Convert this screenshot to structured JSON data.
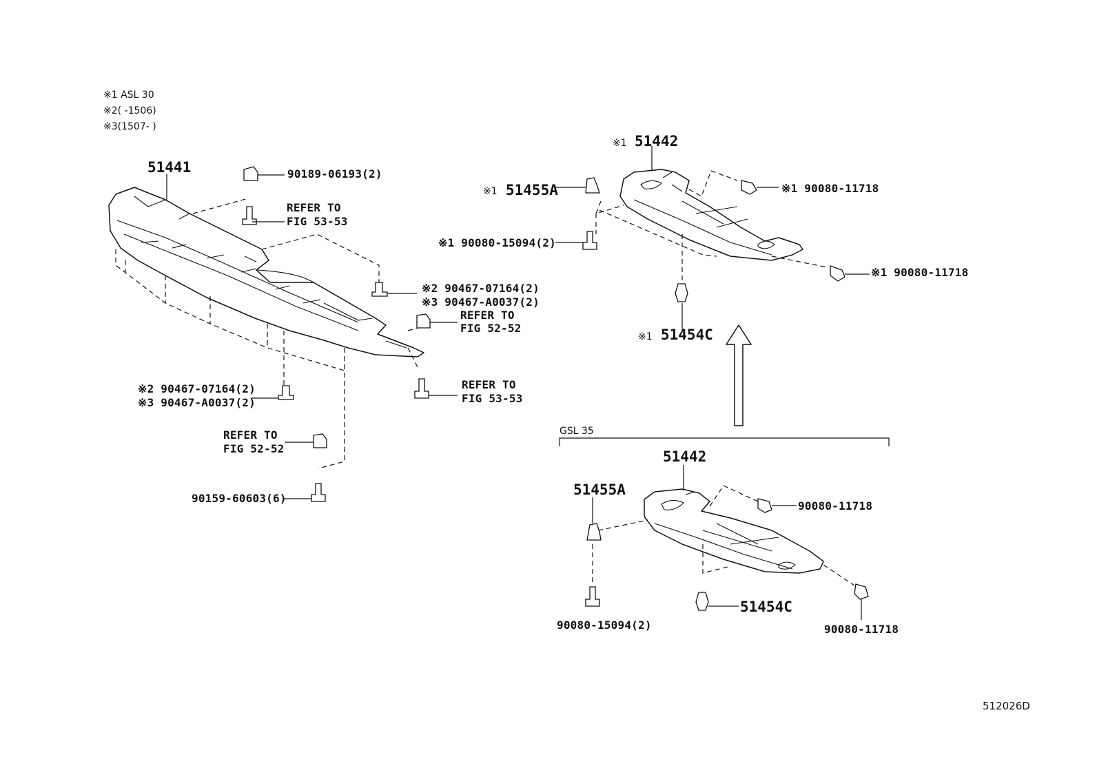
{
  "notes": {
    "n1": "※1  ASL 30",
    "n2": "※2(      -1506)",
    "n3": "※3(1507-      )"
  },
  "left_assembly": {
    "main_part": "51441",
    "clip_top": "90189-06193(2)",
    "refer_top_1": "REFER TO",
    "refer_top_2": "FIG 53-53",
    "clip_right_1": "※2 90467-07164(2)",
    "clip_right_2": "※3 90467-A0037(2)",
    "refer_right_1": "REFER TO",
    "refer_right_2": "FIG 52-52",
    "refer_right_lower_1": "REFER TO",
    "refer_right_lower_2": "FIG 53-53",
    "clip_left_1": "※2 90467-07164(2)",
    "clip_left_2": "※3 90467-A0037(2)",
    "refer_bottom_1": "REFER TO",
    "refer_bottom_2": "FIG 52-52",
    "screw_bottom": "90159-60603(6)"
  },
  "upper_right_assembly": {
    "main_prefix": "※1",
    "main_part": "51442",
    "nut_prefix": "※1",
    "nut_part": "51455A",
    "bolt_left": "※1 90080-15094(2)",
    "bolt_top": "※1  90080-11718",
    "bolt_right": "※1  90080-11718",
    "clip_prefix": "※1",
    "clip_part": "51454C"
  },
  "lower_right_assembly": {
    "variant_label": "GSL 35",
    "main_part": "51442",
    "nut_part": "51455A",
    "bolt_top": "90080-11718",
    "bolt_left": "90080-15094(2)",
    "clip_part": "51454C",
    "bolt_right": "90080-11718"
  },
  "figure_code": "512026D"
}
